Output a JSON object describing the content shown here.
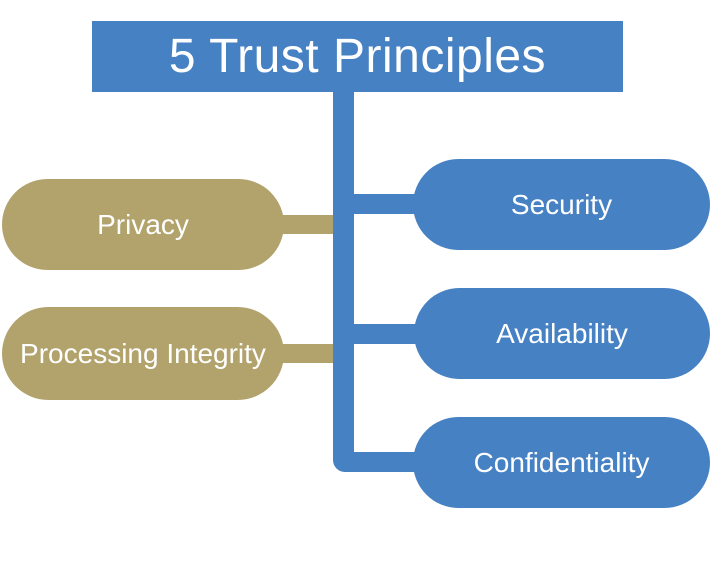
{
  "diagram": {
    "title": "5 Trust Principles",
    "left_nodes": [
      {
        "label": "Privacy"
      },
      {
        "label": "Processing Integrity"
      }
    ],
    "right_nodes": [
      {
        "label": "Security"
      },
      {
        "label": "Availability"
      },
      {
        "label": "Confidentiality"
      }
    ],
    "colors": {
      "primary_blue": "#4681C4",
      "accent_tan": "#B2A26C",
      "text_white": "#FFFFFF",
      "background": "#FFFFFF"
    }
  }
}
